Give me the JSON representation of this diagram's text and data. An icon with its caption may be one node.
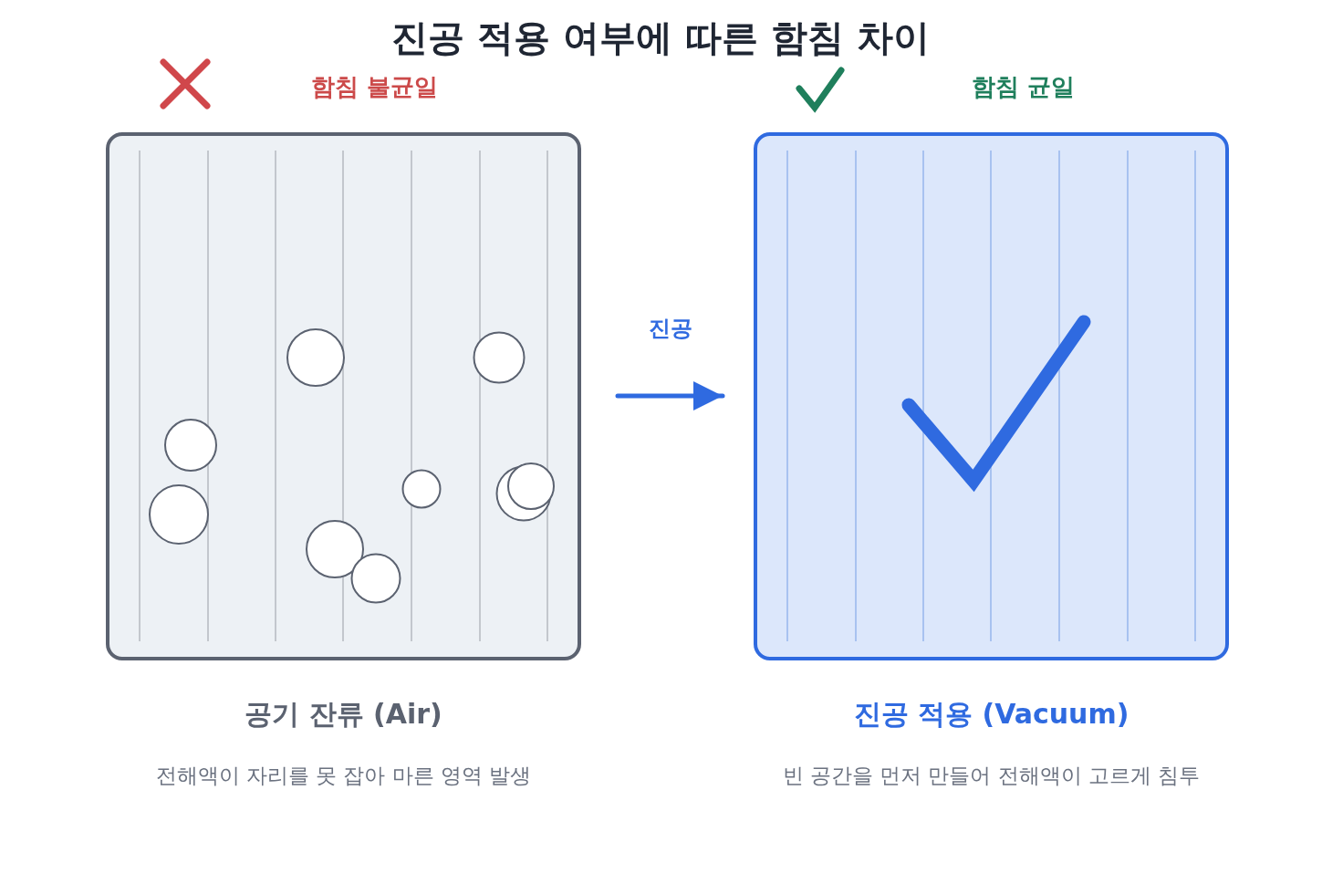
{
  "diagram": {
    "title": "진공 적용 여부에 따른 함침 차이",
    "nodes": [
      {
        "text": [
          "함침 불균일"
        ],
        "beside": [
          "공기 잔류 (Air)",
          "전해액이 자리를 못 잡아 마른 영역 발생"
        ]
      },
      {
        "text": [
          "함침 균일"
        ],
        "beside": [
          "진공 적용 (Vacuum)",
          "빈 공간을 먼저 만들어 전해액이 고르게 침투"
        ]
      }
    ],
    "edges": [
      {
        "from": 0,
        "to": 1,
        "arrow": "to",
        "label": "진공"
      }
    ]
  }
}
